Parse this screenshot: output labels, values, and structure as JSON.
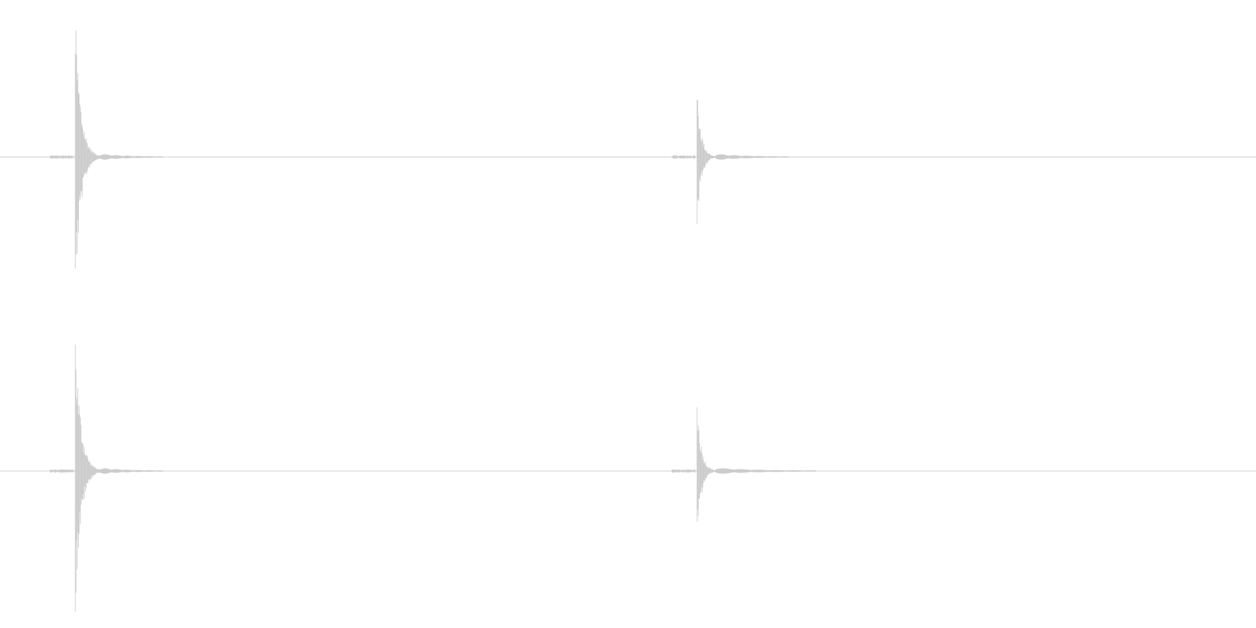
{
  "colors": {
    "background": "#ffffff",
    "waveform": "#cccccc",
    "baseline": "#cccccc"
  },
  "chart_data": {
    "type": "area",
    "description_of_axes": "",
    "channels": [
      {
        "label": "",
        "events": [
          {
            "time_fraction": 0.06,
            "peak_pos": 0.95,
            "peak_neg": 0.95,
            "decay_samples": 40,
            "tail_extent": 0.05
          },
          {
            "time_fraction": 0.555,
            "peak_pos": 0.48,
            "peak_neg": 0.48,
            "decay_samples": 30,
            "tail_extent": 0.058
          }
        ]
      },
      {
        "label": "",
        "events": [
          {
            "time_fraction": 0.06,
            "peak_pos": 0.95,
            "peak_neg": 0.95,
            "decay_samples": 40,
            "tail_extent": 0.05
          },
          {
            "time_fraction": 0.555,
            "peak_pos": 0.5,
            "peak_neg": 0.5,
            "decay_samples": 30,
            "tail_extent": 0.08
          }
        ]
      }
    ],
    "grid": false,
    "legend": "none"
  }
}
